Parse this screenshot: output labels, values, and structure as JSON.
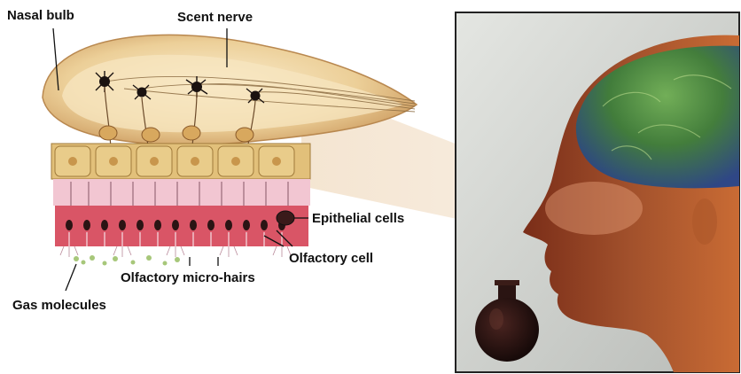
{
  "labels": {
    "nasal_bulb": "Nasal bulb",
    "scent_nerve": "Scent nerve",
    "epithelial_cells": "Epithelial cells",
    "olfactory_cell": "Olfactory cell",
    "olfactory_micro_hairs": "Olfactory micro-hairs",
    "gas_molecules": "Gas molecules"
  },
  "colors": {
    "bulb_outer": "#e9c98f",
    "bulb_inner": "#f6dfb2",
    "bulb_shadow": "#c9965a",
    "cell_row": "#e2bf72",
    "pink_layer": "#f2b7c8",
    "red_layer": "#d94a5a",
    "neuron": "#1a1210",
    "photo_bg": "#cfd2ce",
    "brain_green": "#3f8a3a",
    "brain_blue": "#2f5aa0",
    "skin": "#8a3a1e",
    "bottle": "#2a1412"
  },
  "icons": {
    "neuron_body": "neuron-cell-icon",
    "bottle": "perfume-bottle-icon"
  }
}
